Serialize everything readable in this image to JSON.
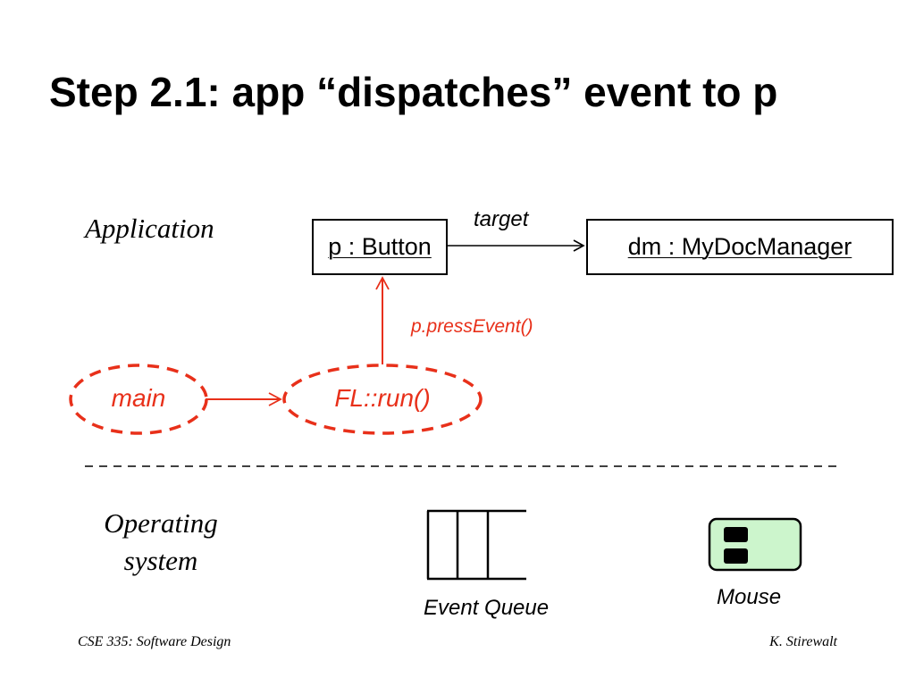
{
  "title": "Step 2.1: app “dispatches” event to p",
  "layers": {
    "application": "Application",
    "operating_system_line1": "Operating",
    "operating_system_line2": "system"
  },
  "objects": {
    "button": "p : Button",
    "doc_manager": "dm : MyDocManager"
  },
  "edges": {
    "target_label": "target",
    "press_event_label": "p.pressEvent()"
  },
  "processes": {
    "main": "main",
    "run": "FL::run()"
  },
  "os_components": {
    "event_queue": "Event Queue",
    "mouse": "Mouse"
  },
  "footer": {
    "course": "CSE 335: Software Design",
    "author": "K. Stirewalt"
  },
  "colors": {
    "accent": "#e8301a",
    "mouse_fill": "#ccf5cc"
  }
}
